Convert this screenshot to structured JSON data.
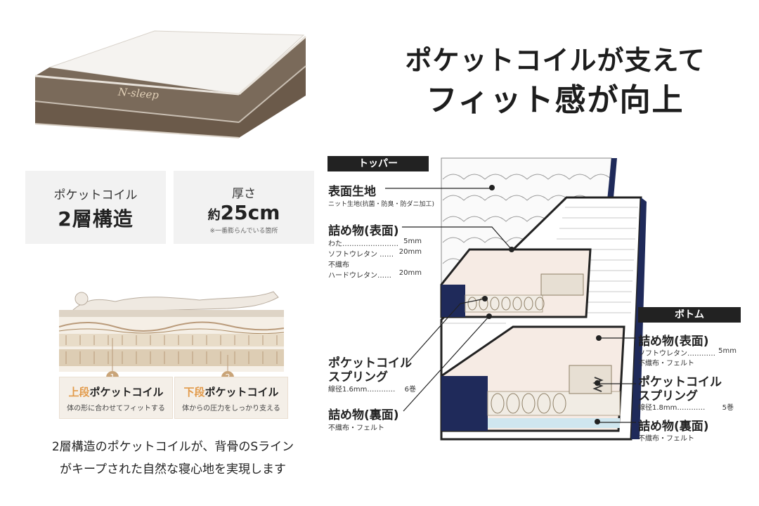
{
  "headline": {
    "line1": "ポケットコイルが支えて",
    "line2": "フィット感が向上"
  },
  "product": {
    "brand_mark": "N-sleep"
  },
  "specs": {
    "structure_label": "ポケットコイル",
    "structure_value": "2層構造",
    "thickness_label": "厚さ",
    "thickness_prefix": "約",
    "thickness_value": "25cm",
    "thickness_note": "※一番膨らんでいる箇所"
  },
  "layers": {
    "upper_badge": "1",
    "upper_title_hl": "上段",
    "upper_title": "ポケットコイル",
    "upper_desc": "体の形に合わせてフィットする",
    "lower_badge": "2",
    "lower_title_hl": "下段",
    "lower_title": "ポケットコイル",
    "lower_desc": "体からの圧力をしっかり支える"
  },
  "caption": {
    "line1": "2層構造のポケットコイルが、背骨のSライン",
    "line2": "がキープされた自然な寝心地を実現します"
  },
  "topper": {
    "tag": "トッパー",
    "surface_title": "表面生地",
    "surface_desc": "ニット生地(抗菌・防臭・防ダニ加工)",
    "filling_top_title": "詰め物(表面)",
    "filling_top_rows": [
      {
        "name": "わた……………………",
        "value": "5mm"
      },
      {
        "name": "ソフトウレタン ……",
        "value": "20mm"
      },
      {
        "name": "不織布",
        "value": ""
      },
      {
        "name": "ハードウレタン……",
        "value": "20mm"
      }
    ],
    "coil_title_1": "ポケットコイル",
    "coil_title_2": "スプリング",
    "coil_desc": "線径1.6mm…………",
    "coil_value": "6巻",
    "filling_back_title": "詰め物(裏面)",
    "filling_back_desc": "不織布・フェルト"
  },
  "bottom": {
    "tag": "ボトム",
    "filling_top_title": "詰め物(表面)",
    "filling_top_desc": "ソフトウレタン…………",
    "filling_top_value": "5mm",
    "filling_top_desc2": "不織布・フェルト",
    "coil_title_1": "ポケットコイル",
    "coil_title_2": "スプリング",
    "coil_desc": "線径1.8mm…………",
    "coil_value": "5巻",
    "filling_back_title": "詰め物(裏面)",
    "filling_back_desc": "不織布・フェルト"
  },
  "colors": {
    "navy": "#1f2a5a",
    "brown": "#6b5a4a",
    "accent_orange": "#e29a4a",
    "card_bg": "#f2f2f2"
  }
}
